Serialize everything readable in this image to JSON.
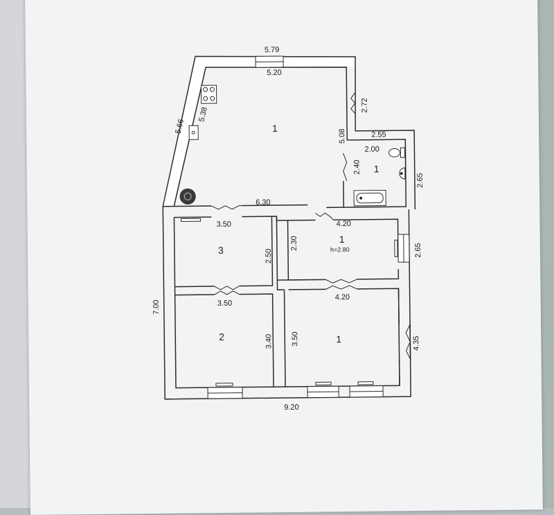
{
  "colors": {
    "page": "#f2f3f4",
    "wall_fill": "#ffffff",
    "line": "#2a2a2a",
    "accent_green": "#6fc24a"
  },
  "icons": [
    "stove-icon",
    "sink-icon",
    "boiler-icon",
    "toilet-icon",
    "washbasin-icon",
    "bathtub-icon",
    "radiator-icon",
    "window-icon",
    "door-icon"
  ],
  "plan": {
    "dimensions": {
      "top_outer": "5.79",
      "top_inner": "5.20",
      "left_slant_outer": "5.66",
      "left_slant_inner": "5.38",
      "kitchen_right_upper": "2.72",
      "kitchen_right_lower": "5.08",
      "bath_top_outer": "2.55",
      "bath_top_inner": "2.00",
      "bath_left": "2.40",
      "bath_right": "2.65",
      "middle_wall": "6.30",
      "room3_top": "3.50",
      "room3_right": "2.50",
      "hall_left": "2.30",
      "hall_top": "4.20",
      "hall_right": "2.65",
      "hall_height": "h=2.80",
      "room2_top": "3.50",
      "room2_right": "3.40",
      "room1_left": "3.50",
      "room1_top": "4.20",
      "room1_right": "4.35",
      "left_outer": "7.00",
      "bottom_outer": "9.20"
    },
    "rooms": {
      "kitchen": "1",
      "bathroom": "1",
      "hall": "1",
      "room3": "3",
      "room2": "2",
      "room1": "1"
    }
  }
}
